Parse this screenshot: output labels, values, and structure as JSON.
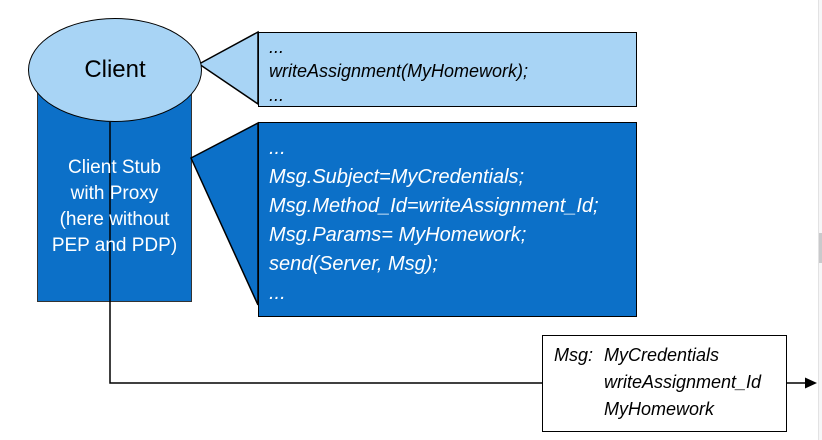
{
  "colors": {
    "shape_light_blue": "#a8d4f5",
    "shape_dark_blue": "#0c70c8",
    "outline": "#000000",
    "stub_outline": "#333333",
    "text_white": "#ffffff",
    "text_black": "#000000",
    "scrollbar_track": "#f6f6f7",
    "scrollbar_thumb": "#c9cacc"
  },
  "client_node": {
    "label": "Client"
  },
  "stub_node": {
    "lines": [
      "Client Stub",
      "with Proxy",
      "(here without",
      "PEP and PDP)"
    ]
  },
  "client_code_callout": {
    "lines": [
      "...",
      "writeAssignment(MyHomework);",
      "..."
    ]
  },
  "stub_code_callout": {
    "lines": [
      "...",
      "Msg.Subject=MyCredentials;",
      "Msg.Method_Id=writeAssignment_Id;",
      "Msg.Params= MyHomework;",
      "send(Server, Msg);",
      "..."
    ]
  },
  "message_box": {
    "label": "Msg:",
    "values": [
      "MyCredentials",
      "writeAssignment_Id",
      "MyHomework"
    ]
  }
}
